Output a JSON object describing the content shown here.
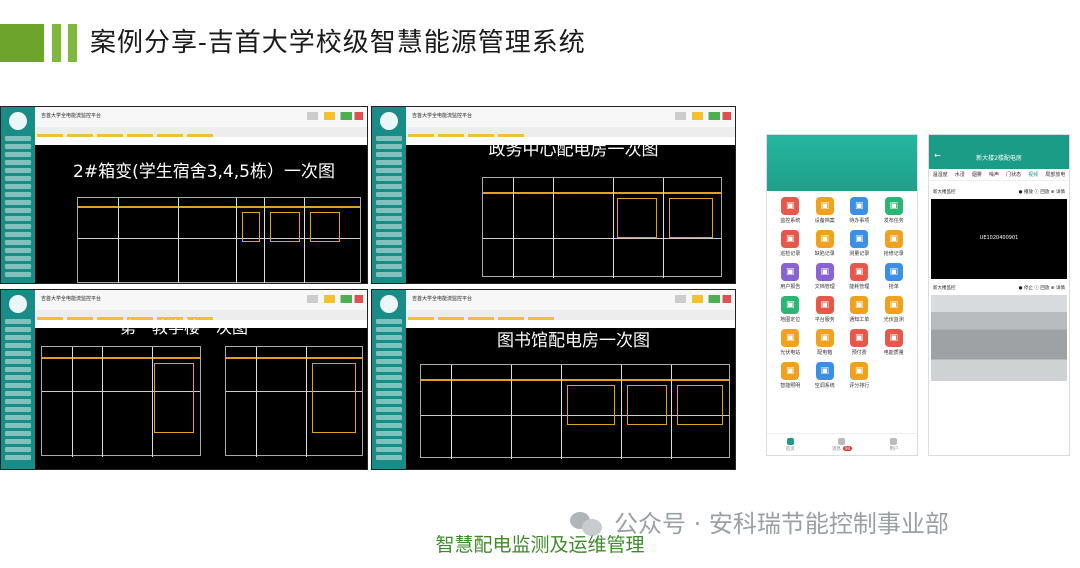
{
  "header": {
    "title": "案例分享-吉首大学校级智慧能源管理系统"
  },
  "panels": [
    {
      "app_name": "吉首大学全电能流监控平台",
      "diagram_title": "2#箱变(学生宿舍3,4,5栋）一次图"
    },
    {
      "app_name": "吉首大学全电能流监控平台",
      "diagram_title": "政务中心配电房一次图"
    },
    {
      "app_name": "吉首大学全电能流监控平台",
      "diagram_title": "第一教学楼一次图"
    },
    {
      "app_name": "吉首大学全电能流监控平台",
      "diagram_title": "图书馆配电房一次图"
    }
  ],
  "phone_menu": {
    "items": [
      {
        "label": "监控系统",
        "color": "#e8584a"
      },
      {
        "label": "设备档案",
        "color": "#f0a21e"
      },
      {
        "label": "待办事项",
        "color": "#3b8fe5"
      },
      {
        "label": "发布任务",
        "color": "#2bb673"
      },
      {
        "label": "巡检记录",
        "color": "#e8584a"
      },
      {
        "label": "缺陷记录",
        "color": "#f0a21e"
      },
      {
        "label": "测量记录",
        "color": "#3b8fe5"
      },
      {
        "label": "抢修记录",
        "color": "#f0a21e"
      },
      {
        "label": "用户报告",
        "color": "#8a63d2"
      },
      {
        "label": "文档管理",
        "color": "#8a63d2"
      },
      {
        "label": "能耗管理",
        "color": "#e8584a"
      },
      {
        "label": "抢单",
        "color": "#3b8fe5"
      },
      {
        "label": "地图定位",
        "color": "#2bb673"
      },
      {
        "label": "平台服务",
        "color": "#e8584a"
      },
      {
        "label": "通知工单",
        "color": "#f0a21e"
      },
      {
        "label": "光伏监测",
        "color": "#f0a21e"
      },
      {
        "label": "光伏电站",
        "color": "#f0a21e"
      },
      {
        "label": "配电箱",
        "color": "#f0a21e"
      },
      {
        "label": "预付费",
        "color": "#e8584a"
      },
      {
        "label": "电能质量",
        "color": "#e8584a"
      },
      {
        "label": "智能照明",
        "color": "#f0a21e"
      },
      {
        "label": "空调系统",
        "color": "#3b8fe5"
      },
      {
        "label": "评分排行",
        "color": "#f0a21e"
      }
    ],
    "nav": [
      "首页",
      "消息",
      "用户"
    ],
    "badge": "99"
  },
  "phone_video": {
    "title": "新大楼2楼配电房",
    "tabs": [
      "温湿度",
      "水浸",
      "烟雾",
      "噪声",
      "门状态",
      "视频",
      "局部放电"
    ],
    "active_tab": "视频",
    "cam1": {
      "name": "新大楼监控",
      "actions": "● 播放  ⓘ 回放  ⊕ 详情",
      "device_id": "UE1020400901"
    },
    "cam2": {
      "name": "新大楼监控",
      "actions": "● 停止  ⓘ 回放  ⊕ 详情"
    }
  },
  "footer": {
    "caption": "智慧配电监测及运维管理",
    "watermark": "公众号 · 安科瑞节能控制事业部"
  }
}
